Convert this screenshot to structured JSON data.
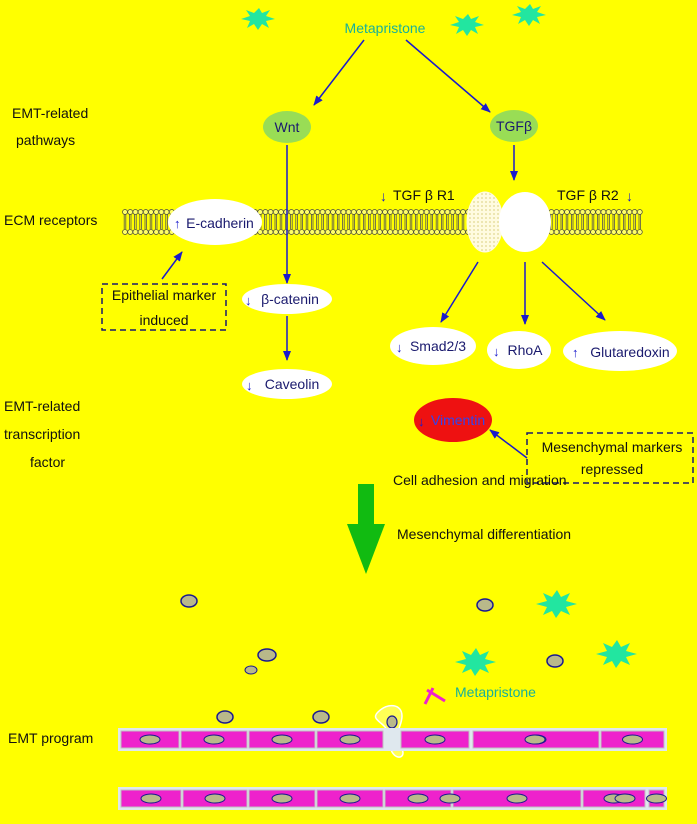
{
  "drug": "Metapristone",
  "row_labels": {
    "pathways_line1": "EMT-related",
    "pathways_line2": "pathways",
    "ecm": "ECM receptors",
    "tf_line1": "EMT-related",
    "tf_line2": "transcription",
    "tf_line3": "factor",
    "program": "EMT program"
  },
  "nodes": {
    "wnt": "Wnt",
    "tgfb": "TGFβ",
    "ecadherin": "E-cadherin",
    "bcatenin": "β-catenin",
    "caveolin": "Caveolin",
    "smad": "Smad2/3",
    "rhoa": "RhoA",
    "glutaredoxin": "Glutaredoxin",
    "vimentin": "Vimentin"
  },
  "receptors": {
    "r1": "TGF β R1",
    "r2": "TGF β R2"
  },
  "boxes": {
    "epithelial_line1": "Epithelial marker",
    "epithelial_line2": "induced",
    "mesenchymal_line1": "Mesenchymal markers",
    "mesenchymal_line2": "repressed"
  },
  "outcome": {
    "line1": "Cell adhesion and migration",
    "line2": "Mesenchymal differentiation"
  },
  "regulation": {
    "ecadherin": "up",
    "bcatenin": "down",
    "caveolin": "down",
    "smad": "down",
    "rhoa": "down",
    "glutaredoxin": "up",
    "vimentin": "down",
    "r1": "down",
    "r2": "down"
  },
  "colors": {
    "background": "#ffff00",
    "arrow": "#1a1acc",
    "node_green": "#99dd55",
    "vimentin_red": "#ee1111",
    "star": "#22e6a0",
    "cell_magenta": "#ee22cc",
    "nucleus": "#b9b98a",
    "big_arrow": "#11bb11",
    "inhibitor": "#ee22cc"
  }
}
